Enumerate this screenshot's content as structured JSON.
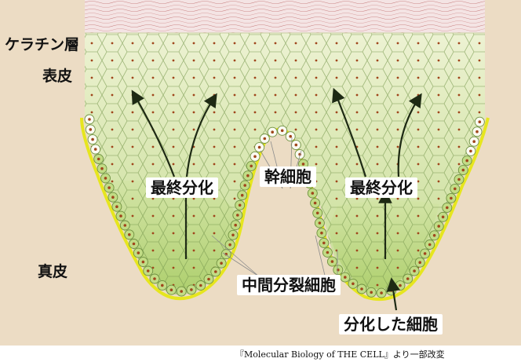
{
  "labels": {
    "keratin_layer": "ケラチン層",
    "epidermis": "表皮",
    "dermis": "真皮",
    "terminal_diff_left": "最終分化",
    "stem_cell": "幹細胞",
    "terminal_diff_right": "最終分化",
    "transit_amplifying": "中間分裂細胞",
    "differentiated_cell": "分化した細胞"
  },
  "caption": "『Molecular Biology of THE CELL』より一部改変",
  "colors": {
    "dermis": "#ecdcc4",
    "keratin": "#f4e4e4",
    "epidermis_top": "#f2f5dc",
    "epidermis_mid": "#d4e4a8",
    "basal_fill": "#a8cc64",
    "basement_membrane": "#e6e61e",
    "cell_outline": "#6e9040",
    "nucleus": "#a0461c",
    "arrow": "#1e2a14"
  }
}
